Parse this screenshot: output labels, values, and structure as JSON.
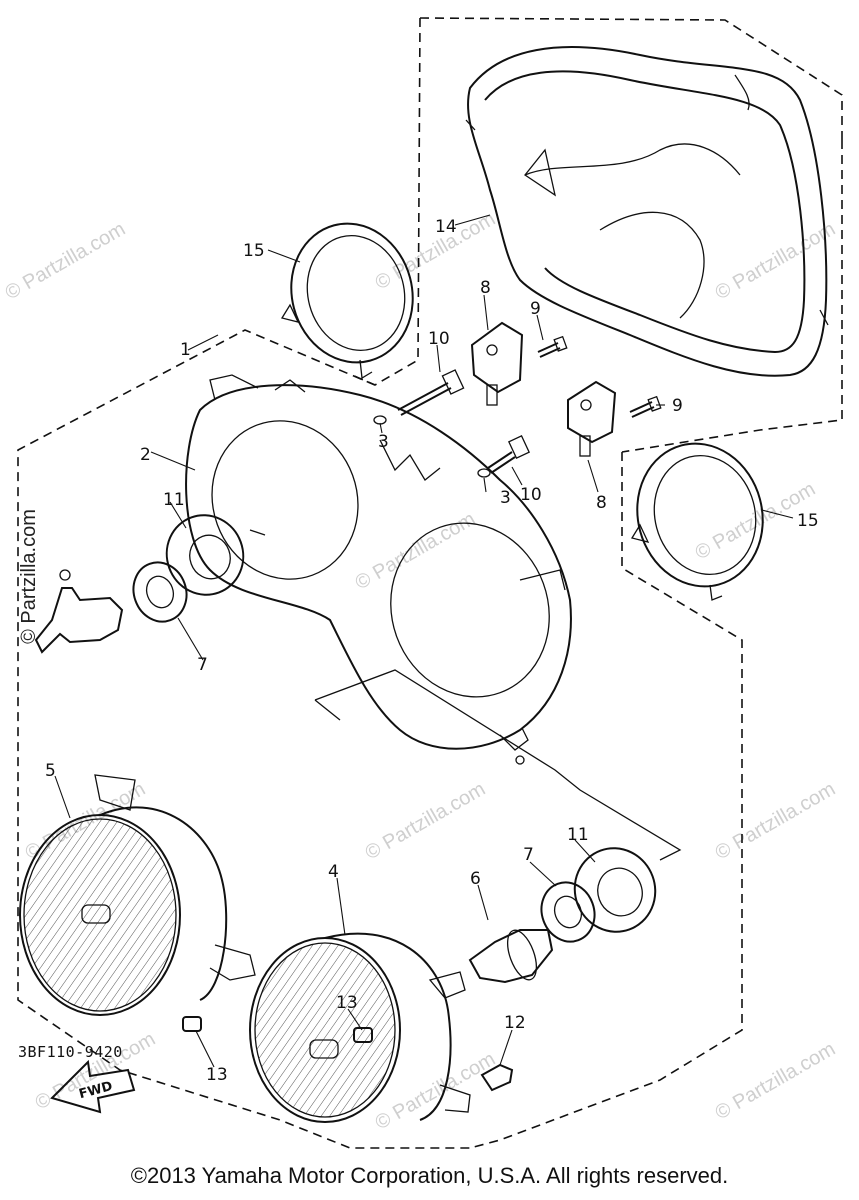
{
  "diagram": {
    "part_labels": [
      "1",
      "2",
      "3",
      "3",
      "4",
      "5",
      "6",
      "7",
      "7",
      "8",
      "8",
      "9",
      "9",
      "10",
      "10",
      "11",
      "11",
      "12",
      "13",
      "13",
      "14",
      "15",
      "15"
    ],
    "fwd_label": "FWD",
    "diagram_code": "3BF110-9420",
    "copyright": "©2013  Yamaha Motor Corporation, U.S.A. All rights reserved.",
    "side_watermark": "© Partzilla.com",
    "watermark_text": "© Partzilla.com"
  },
  "colors": {
    "line": "#111111",
    "watermark": "#cfcfcf",
    "background": "#ffffff"
  }
}
